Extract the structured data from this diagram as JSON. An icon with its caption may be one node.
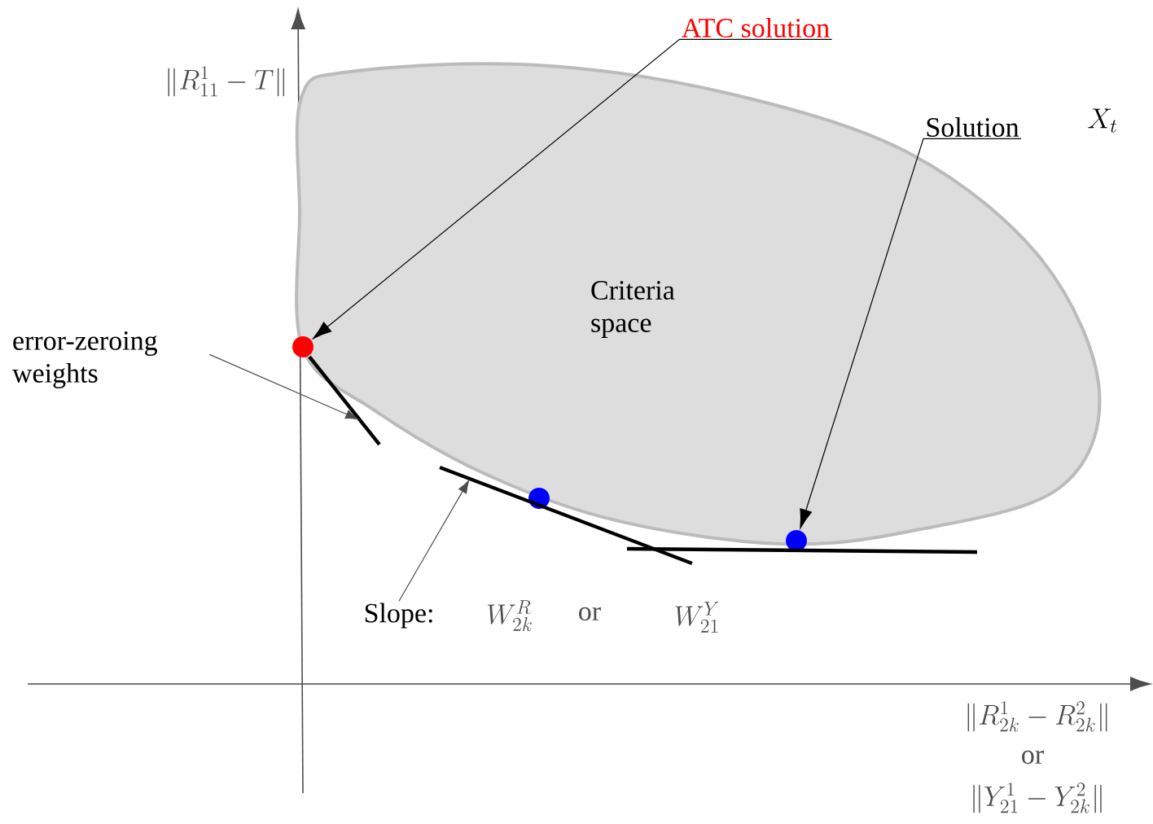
{
  "diagram": {
    "nodes": [
      {
        "text": [
          "ATC solution"
        ]
      },
      {
        "text": [
          "Solution"
        ]
      },
      {
        "text": [
          "Criteria space"
        ],
        "beside": [
          "X_t"
        ]
      },
      {
        "text": [],
        "shape": "circle"
      },
      {
        "text": [
          "error-zeroing weights"
        ]
      },
      {
        "text": [],
        "shape": "line"
      },
      {
        "text": [],
        "shape": "circle"
      },
      {
        "text": [],
        "shape": "line"
      },
      {
        "text": [
          "Slope:"
        ]
      },
      {
        "text": [],
        "shape": "circle"
      },
      {
        "text": [],
        "shape": "line"
      }
    ],
    "edges": [
      {
        "from": 0,
        "to": 3,
        "arrow": "to"
      },
      {
        "from": 1,
        "to": 9,
        "arrow": "to"
      },
      {
        "from": 4,
        "to": 5,
        "arrow": "to",
        "color": "#4d4d4d"
      },
      {
        "from": 8,
        "to": 7,
        "arrow": "to",
        "color": "#4d4d4d"
      }
    ],
    "labels": [
      "\\|R^1_{11} - T\\|",
      "W^R_{2k}",
      "or",
      "W^Y_{21}",
      "\\|R^1_{2k} - R^2_{2k}\\|",
      "or",
      "\\|Y^1_{21} - Y^2_{2k}\\|"
    ]
  }
}
